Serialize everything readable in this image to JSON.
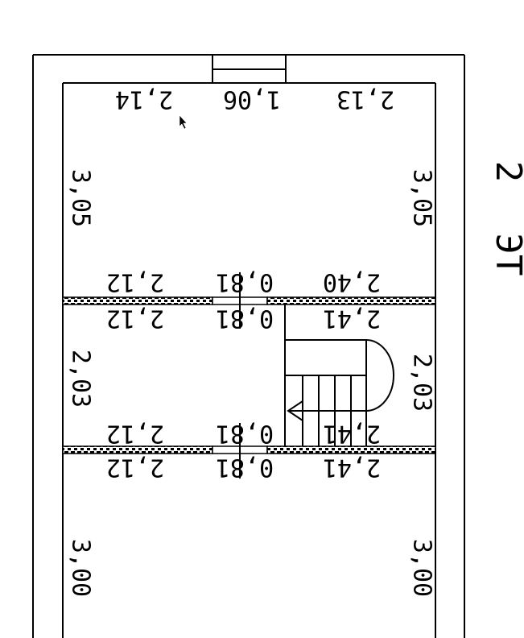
{
  "drawing": {
    "title_line1": "2",
    "title_line2": "ЭТ",
    "room_top": {
      "top_left": "2,14",
      "top_mid": "1,06",
      "top_right": "2,13",
      "side_left": "3,05",
      "side_right": "3,05",
      "bottom_left": "2,12",
      "bottom_mid": "0,81",
      "bottom_right": "2,40"
    },
    "room_mid": {
      "top_left": "2,12",
      "top_mid": "0,81",
      "top_right": "2,41",
      "side_left": "2,03",
      "side_right": "2,03",
      "bottom_left": "2,12",
      "bottom_mid": "0,81",
      "bottom_right": "2,41"
    },
    "room_bottom": {
      "top_left": "2,12",
      "top_mid": "0,81",
      "top_right": "2,41",
      "side_left": "3,00",
      "side_right": "3,00"
    },
    "colors": {
      "line": "#000000",
      "background": "#ffffff"
    }
  }
}
